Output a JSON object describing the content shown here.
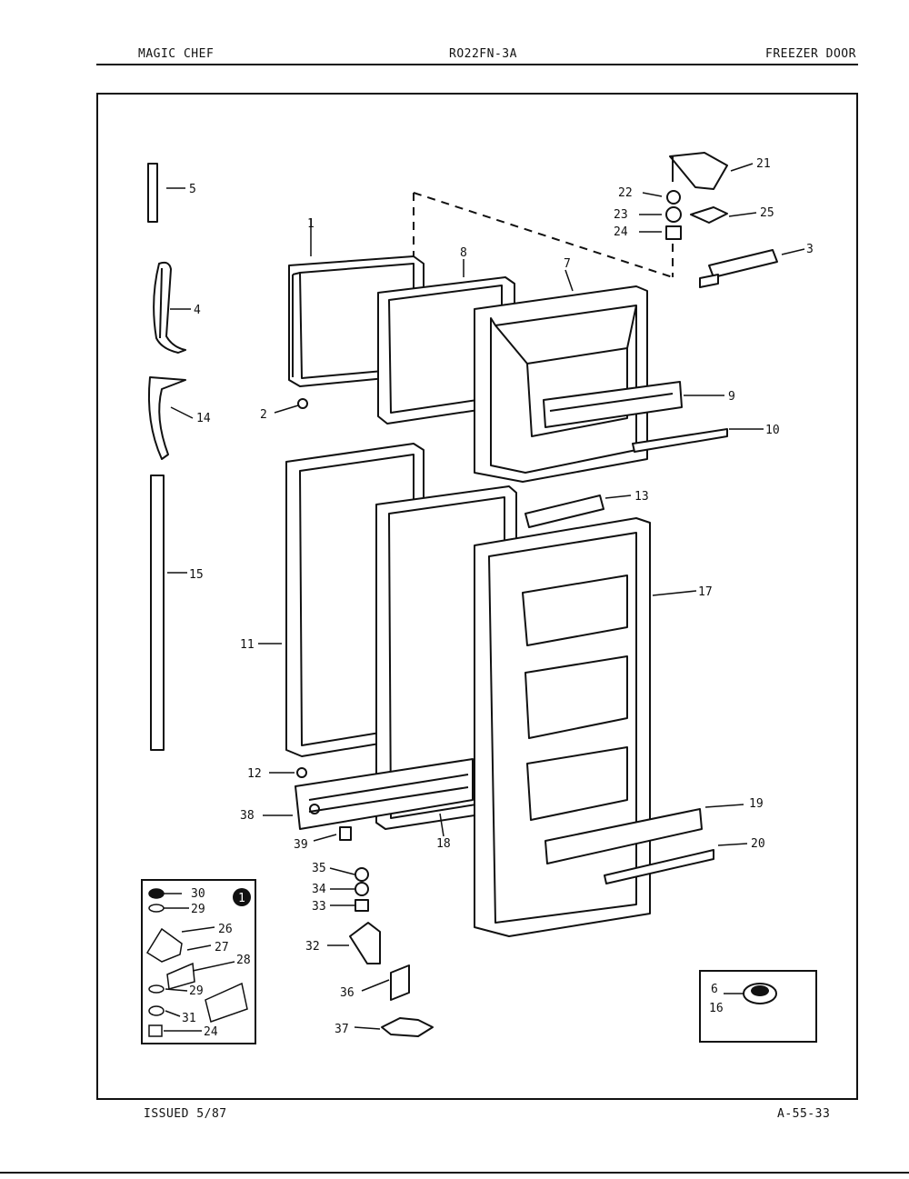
{
  "header": {
    "brand": "MAGIC CHEF",
    "model": "RO22FN-3A",
    "section": "FREEZER DOOR"
  },
  "footer": {
    "issued": "ISSUED 5/87",
    "page_code": "A-55-33"
  },
  "inset_1": {
    "marker": "1",
    "labels": [
      "30",
      "29",
      "26",
      "27",
      "28",
      "29",
      "31",
      "24"
    ]
  },
  "inset_2": {
    "labels": [
      "6",
      "16"
    ]
  },
  "part_labels": [
    "5",
    "4",
    "14",
    "15",
    "1",
    "2",
    "8",
    "7",
    "9",
    "10",
    "21",
    "22",
    "23",
    "24",
    "25",
    "3",
    "11",
    "12",
    "13",
    "17",
    "38",
    "39",
    "18",
    "19",
    "20",
    "35",
    "34",
    "33",
    "32",
    "36",
    "37"
  ]
}
